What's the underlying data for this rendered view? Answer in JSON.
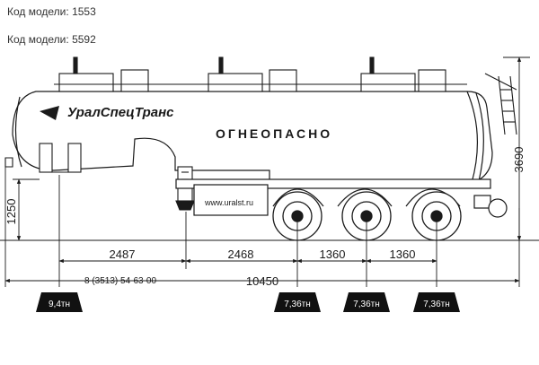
{
  "models": [
    {
      "label": "Код модели:",
      "value": "1553"
    },
    {
      "label": "Код модели:",
      "value": "5592"
    }
  ],
  "brand": "УралСпецТранс",
  "hazard_text": "ОГНЕОПАСНО",
  "website": "www.uralst.ru",
  "phone_prefix": "8 (3513) 54-63-00",
  "dimensions": {
    "height_total": "3690",
    "height_fifth_wheel": "1250",
    "kingpin_to_leg": "2487",
    "leg_to_axle1": "2468",
    "axle_spacing_1": "1360",
    "axle_spacing_2": "1360",
    "overall_length": "10450"
  },
  "loads": [
    "9,4тн",
    "7,36тн",
    "7,36тн",
    "7,36тн"
  ],
  "colors": {
    "line": "#1a1a1a",
    "load_box": "#111111",
    "load_text": "#ffffff"
  }
}
